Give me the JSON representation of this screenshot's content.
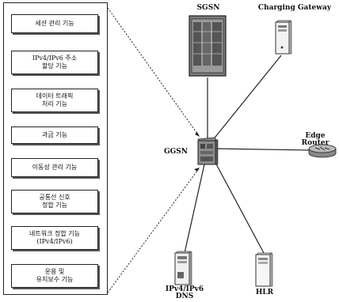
{
  "functions": [
    "세션 관리 기능",
    "IPv4/IPv6 주소\n할당 기능",
    "데이터 트래픽\n처리 기능",
    "과금 기능",
    "이동성 관리 기능",
    "공통선 신호\n정합 기능",
    "네트워크 정합 기능\n(IPv4/IPv6)",
    "운용 및\n유지보수 기능"
  ],
  "nodes": {
    "sgsn": "SGSN",
    "charging_gateway": "Charging Gateway",
    "ggsn": "GGSN",
    "edge_router": "Edge Router",
    "dns": "IPv4/IPv6\nDNS",
    "hlr": "HLR"
  },
  "icons": {
    "sgsn": "server-cabinet-icon",
    "charging_gateway": "tower-server-icon",
    "ggsn": "network-node-icon",
    "edge_router": "router-icon",
    "dns": "tower-server-icon",
    "hlr": "tower-server-icon"
  }
}
